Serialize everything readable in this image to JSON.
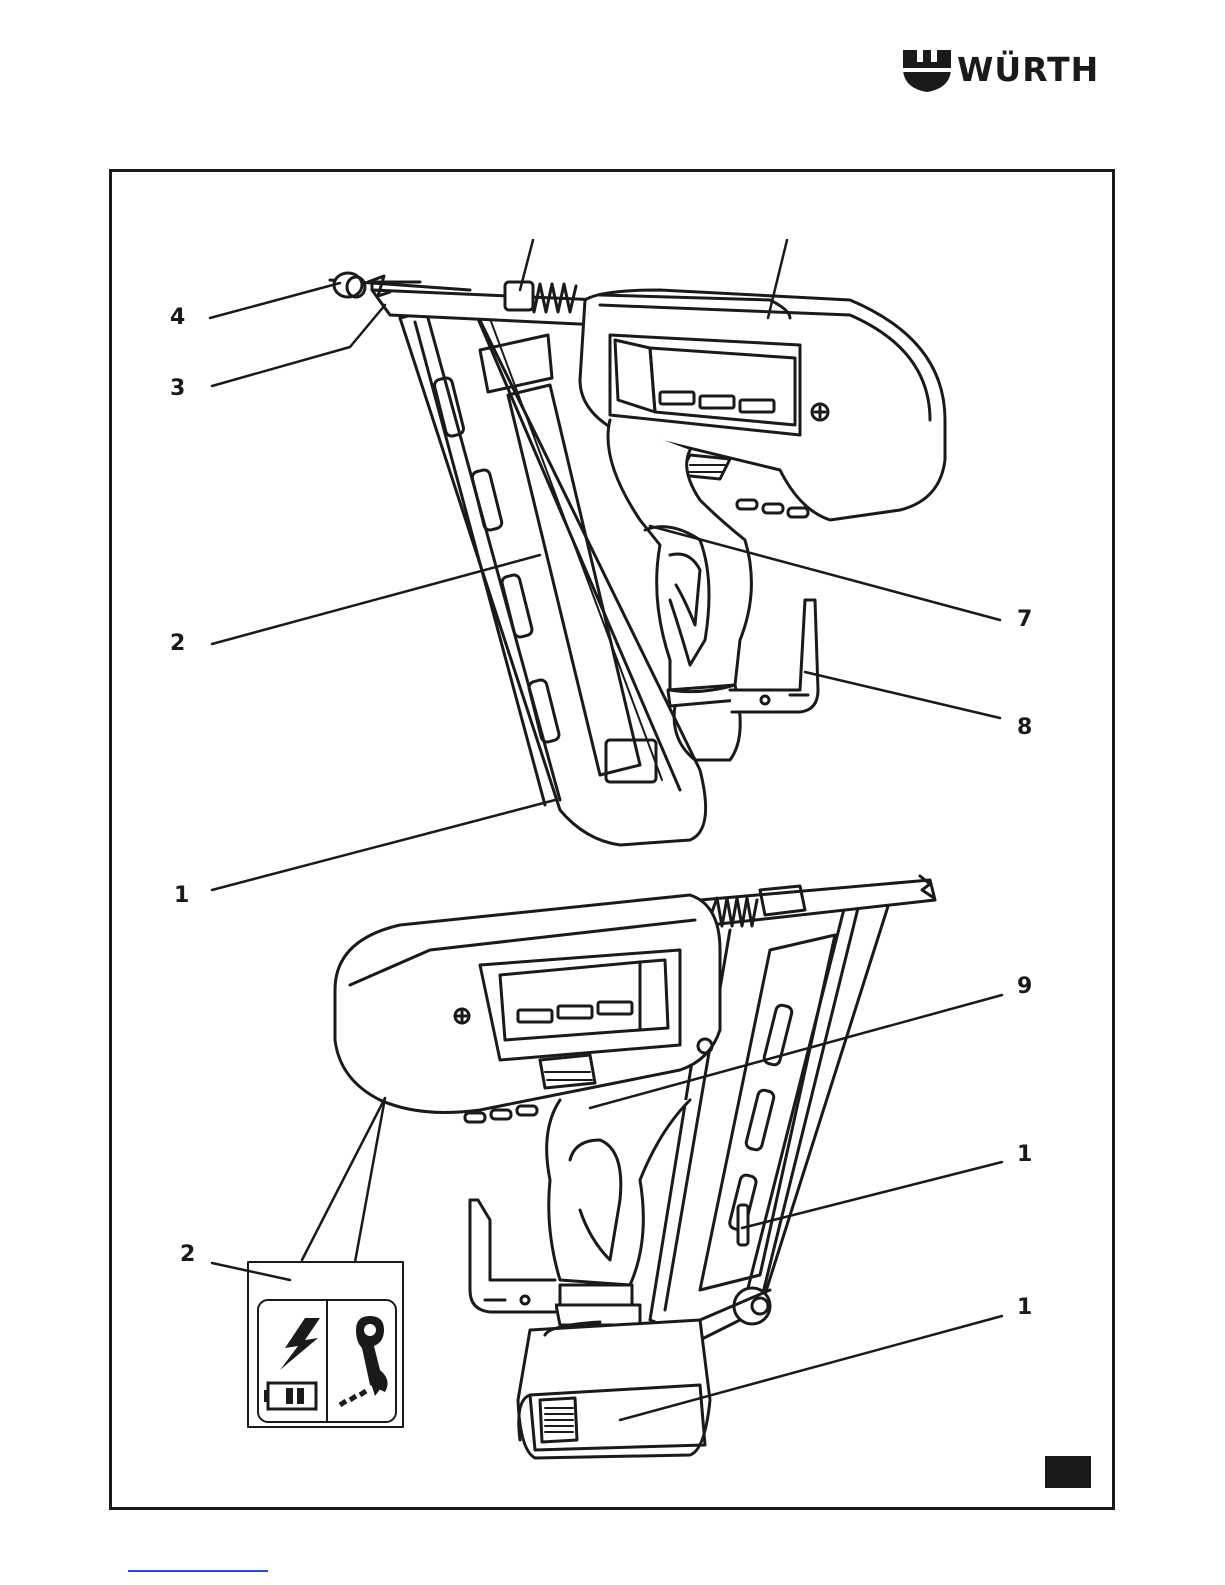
{
  "header": {
    "brand_name": "WÜRTH",
    "logo_icon": "wurth-logo-icon"
  },
  "figure": {
    "callouts": [
      {
        "id": "callout-4",
        "label": "4"
      },
      {
        "id": "callout-3",
        "label": "3"
      },
      {
        "id": "callout-2-top",
        "label": "2"
      },
      {
        "id": "callout-7",
        "label": "7"
      },
      {
        "id": "callout-8",
        "label": "8"
      },
      {
        "id": "callout-1-top",
        "label": "1"
      },
      {
        "id": "callout-9",
        "label": "9"
      },
      {
        "id": "callout-1-mid",
        "label": "1"
      },
      {
        "id": "callout-2-bottom",
        "label": "2"
      },
      {
        "id": "callout-1-bottom",
        "label": "1"
      }
    ],
    "inset_icons": [
      "battery-charge-icon",
      "trigger-lock-icon"
    ]
  },
  "colors": {
    "ink": "#1a1a1a",
    "page": "#ffffff",
    "footer_link": "#1f4fd9"
  }
}
